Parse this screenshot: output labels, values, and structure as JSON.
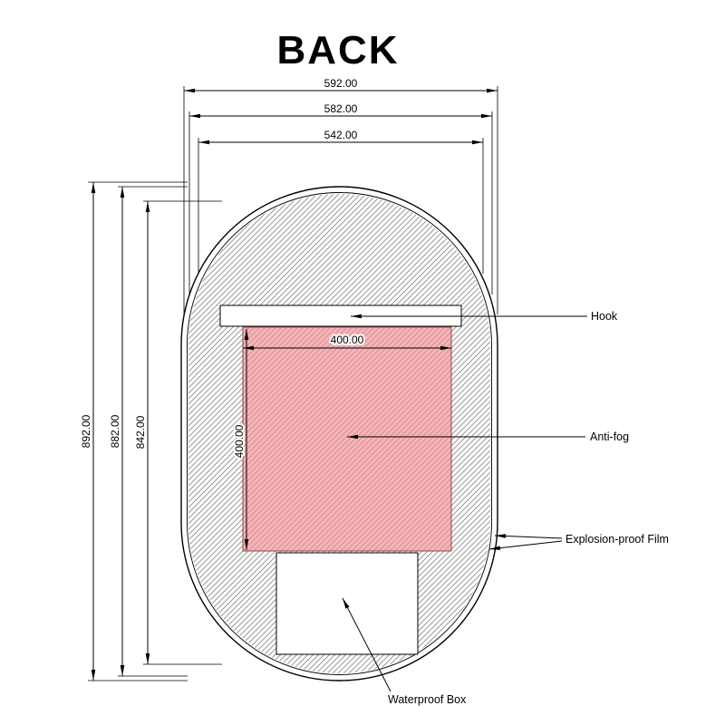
{
  "title": "BACK",
  "dimensions": {
    "outer_width": "592.00",
    "mid_width": "582.00",
    "inner_width": "542.00",
    "outer_height": "892.00",
    "mid_height": "882.00",
    "inner_height": "842.00",
    "antifog_width": "400.00",
    "antifog_height": "400.00"
  },
  "labels": {
    "hook": "Hook",
    "antifog": "Anti-fog",
    "explosion_film": "Explosion-proof Film",
    "waterproof_box": "Waterproof Box"
  },
  "colors": {
    "line": "#000000",
    "mirror_hatch": "#8c8c8c",
    "antifog_fill": "#f2b6ba",
    "antifog_hatch": "#df8589",
    "antifog_border": "#8a4a4d",
    "part_fill": "#ffffff"
  }
}
